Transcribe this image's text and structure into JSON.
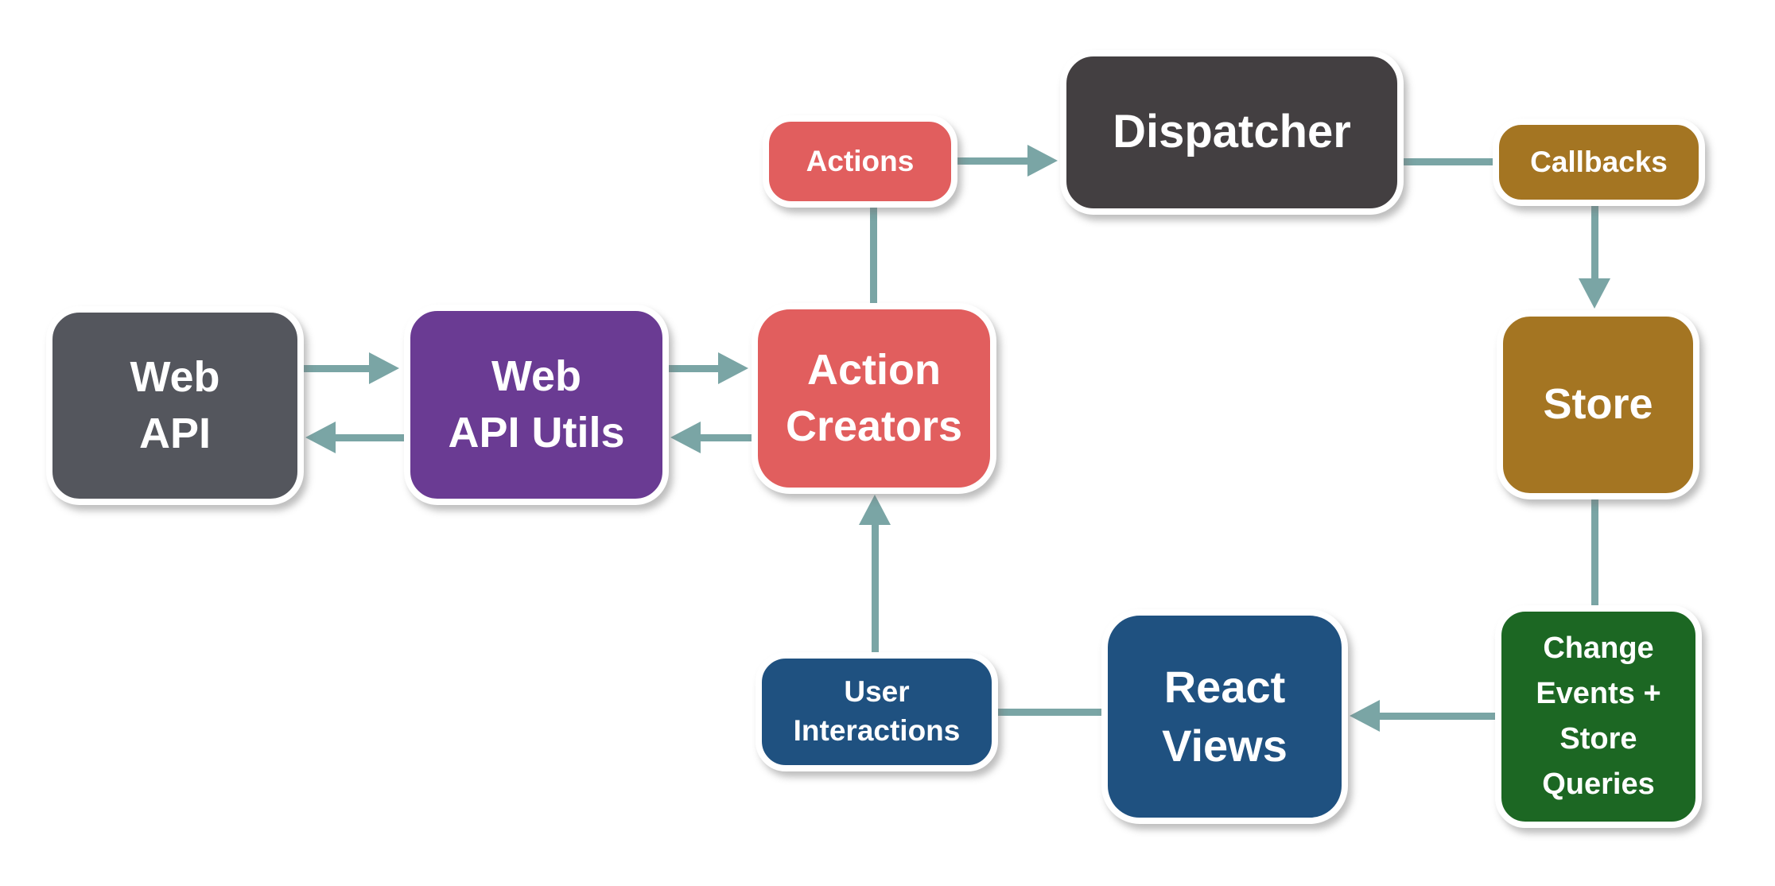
{
  "diagram": {
    "type": "flowchart",
    "colors": {
      "background": "#FFFFFF",
      "connector": "#7AA5A5",
      "node_border": "#FFFFFF",
      "node_text": "#FFFFFF"
    },
    "nodes": [
      {
        "id": "web-api",
        "label": "Web API",
        "lines": [
          "Web",
          "API"
        ],
        "fill": "#54565D",
        "shape": "rounded-rect",
        "size": "large"
      },
      {
        "id": "web-api-utils",
        "label": "Web API Utils",
        "lines": [
          "Web",
          "API Utils"
        ],
        "fill": "#6A3B93",
        "shape": "rounded-rect",
        "size": "large"
      },
      {
        "id": "action-creators",
        "label": "Action Creators",
        "lines": [
          "Action",
          "Creators"
        ],
        "fill": "#E15E5E",
        "shape": "rounded-rect",
        "size": "large"
      },
      {
        "id": "actions",
        "label": "Actions",
        "lines": [
          "Actions"
        ],
        "fill": "#E15E5E",
        "shape": "rounded-rect",
        "size": "small"
      },
      {
        "id": "dispatcher",
        "label": "Dispatcher",
        "lines": [
          "Dispatcher"
        ],
        "fill": "#433F41",
        "shape": "rounded-rect",
        "size": "large"
      },
      {
        "id": "callbacks",
        "label": "Callbacks",
        "lines": [
          "Callbacks"
        ],
        "fill": "#A47522",
        "shape": "rounded-rect",
        "size": "small"
      },
      {
        "id": "store",
        "label": "Store",
        "lines": [
          "Store"
        ],
        "fill": "#A47522",
        "shape": "rounded-rect",
        "size": "large"
      },
      {
        "id": "change-events",
        "label": "Change Events + Store Queries",
        "lines": [
          "Change",
          "Events +",
          "Store",
          "Queries"
        ],
        "fill": "#1C6723",
        "shape": "rounded-rect",
        "size": "medium"
      },
      {
        "id": "react-views",
        "label": "React Views",
        "lines": [
          "React",
          "Views"
        ],
        "fill": "#1F5180",
        "shape": "rounded-rect",
        "size": "large"
      },
      {
        "id": "user-interactions",
        "label": "User Interactions",
        "lines": [
          "User",
          "Interactions"
        ],
        "fill": "#1F5180",
        "shape": "rounded-rect",
        "size": "small"
      }
    ],
    "edges": [
      {
        "from": "web-api",
        "to": "web-api-utils",
        "arrow": "right"
      },
      {
        "from": "web-api-utils",
        "to": "web-api",
        "arrow": "left"
      },
      {
        "from": "web-api-utils",
        "to": "action-creators",
        "arrow": "right"
      },
      {
        "from": "action-creators",
        "to": "web-api-utils",
        "arrow": "left"
      },
      {
        "from": "action-creators",
        "to": "actions",
        "arrow": "none"
      },
      {
        "from": "actions",
        "to": "dispatcher",
        "arrow": "right"
      },
      {
        "from": "dispatcher",
        "to": "callbacks",
        "arrow": "none"
      },
      {
        "from": "callbacks",
        "to": "store",
        "arrow": "down"
      },
      {
        "from": "store",
        "to": "change-events",
        "arrow": "none"
      },
      {
        "from": "change-events",
        "to": "react-views",
        "arrow": "left"
      },
      {
        "from": "react-views",
        "to": "user-interactions",
        "arrow": "none"
      },
      {
        "from": "user-interactions",
        "to": "action-creators",
        "arrow": "up"
      }
    ]
  }
}
